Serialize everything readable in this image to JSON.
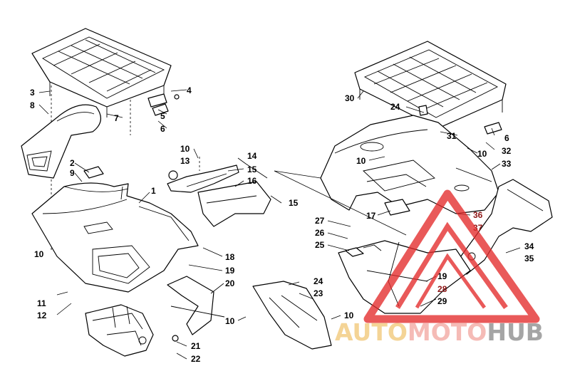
{
  "callouts": [
    {
      "id": "c1",
      "text": "3"
    },
    {
      "id": "c2",
      "text": "8"
    },
    {
      "id": "c3",
      "text": "4"
    },
    {
      "id": "c4",
      "text": "5"
    },
    {
      "id": "c5",
      "text": "6"
    },
    {
      "id": "c6",
      "text": "7"
    },
    {
      "id": "c7",
      "text": "2"
    },
    {
      "id": "c8",
      "text": "9"
    },
    {
      "id": "c9",
      "text": "1"
    },
    {
      "id": "c10",
      "text": "10"
    },
    {
      "id": "c11",
      "text": "10"
    },
    {
      "id": "c12",
      "text": "13"
    },
    {
      "id": "c13",
      "text": "14"
    },
    {
      "id": "c14",
      "text": "15"
    },
    {
      "id": "c15",
      "text": "16"
    },
    {
      "id": "c16",
      "text": "15"
    },
    {
      "id": "c17",
      "text": "18"
    },
    {
      "id": "c18",
      "text": "19"
    },
    {
      "id": "c19",
      "text": "20"
    },
    {
      "id": "c20",
      "text": "11"
    },
    {
      "id": "c21",
      "text": "12"
    },
    {
      "id": "c22",
      "text": "10"
    },
    {
      "id": "c23",
      "text": "21"
    },
    {
      "id": "c24",
      "text": "22"
    },
    {
      "id": "c25",
      "text": "24"
    },
    {
      "id": "c26",
      "text": "23"
    },
    {
      "id": "c27",
      "text": "10"
    },
    {
      "id": "c28",
      "text": "30"
    },
    {
      "id": "c29",
      "text": "24"
    },
    {
      "id": "c30",
      "text": "6"
    },
    {
      "id": "c31",
      "text": "31"
    },
    {
      "id": "c32",
      "text": "10"
    },
    {
      "id": "c33",
      "text": "10"
    },
    {
      "id": "c34",
      "text": "32"
    },
    {
      "id": "c35",
      "text": "33"
    },
    {
      "id": "c36",
      "text": "17"
    },
    {
      "id": "c37",
      "text": "27"
    },
    {
      "id": "c38",
      "text": "26"
    },
    {
      "id": "c39",
      "text": "25"
    },
    {
      "id": "c40",
      "text": "36"
    },
    {
      "id": "c41",
      "text": "37"
    },
    {
      "id": "c42",
      "text": "34"
    },
    {
      "id": "c43",
      "text": "35"
    },
    {
      "id": "c44",
      "text": "19"
    },
    {
      "id": "c45",
      "text": "28"
    },
    {
      "id": "c46",
      "text": "29"
    }
  ],
  "watermark": {
    "part1": "AUTO",
    "part2": "MOTO",
    "part3": "HUB",
    "color_auto": "#f2c879",
    "color_moto": "#f3a9a2",
    "color_hub": "#8d8d8d",
    "triangle_color": "#e32b2b"
  }
}
